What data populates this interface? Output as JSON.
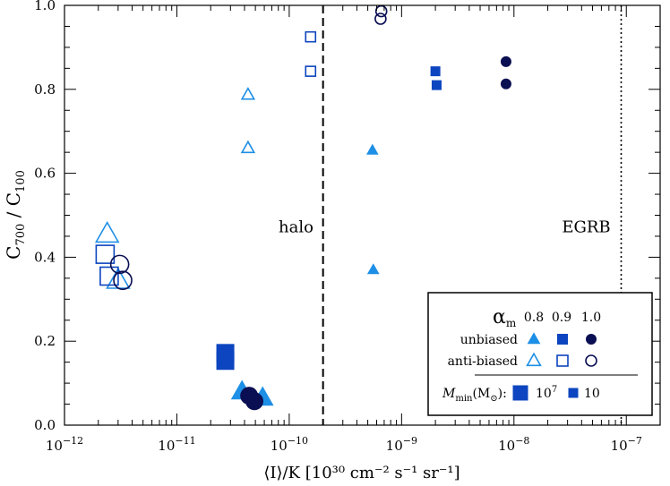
{
  "chart_data": {
    "type": "scatter",
    "xscale": "log",
    "xlim": [
      1e-12,
      2e-07
    ],
    "ylim": [
      0,
      1.0
    ],
    "xlabel": "⟨I⟩/K [10³⁰ cm⁻² s⁻¹ sr⁻¹]",
    "ylabel": "C700 / C100",
    "ylabel_parts": {
      "c1": "C",
      "s1": "700",
      "mid": " / C",
      "s2": "100"
    },
    "xticks": [
      {
        "v": 1e-12,
        "base": "10",
        "exp": "−12"
      },
      {
        "v": 1e-11,
        "base": "10",
        "exp": "−11"
      },
      {
        "v": 1e-10,
        "base": "10",
        "exp": "−10"
      },
      {
        "v": 1e-09,
        "base": "10",
        "exp": "−9"
      },
      {
        "v": 1e-08,
        "base": "10",
        "exp": "−8"
      },
      {
        "v": 1e-07,
        "base": "10",
        "exp": "−7"
      }
    ],
    "yticks": [
      0.0,
      0.2,
      0.4,
      0.6,
      0.8,
      1.0
    ],
    "ytick_labels": [
      "0.0",
      "0.2",
      "0.4",
      "0.6",
      "0.8",
      "1.0"
    ],
    "vlines": [
      {
        "x": 2e-10,
        "style": "dashed"
      },
      {
        "x": 9e-08,
        "style": "dotted"
      }
    ],
    "annotations": [
      {
        "text": "halo",
        "x": 1.15e-10,
        "y": 0.46
      },
      {
        "text": "EGRB",
        "x": 4.4e-08,
        "y": 0.46
      }
    ],
    "colors": {
      "alpha_0_8": "#1e8fe6",
      "alpha_0_9": "#0c45bf",
      "alpha_1_0": "#0a0e52"
    },
    "points": [
      {
        "x": 2.4e-12,
        "y": 0.455,
        "alpha_m": 0.8,
        "bias": "anti-biased",
        "M_min": 10000000.0
      },
      {
        "x": 3e-12,
        "y": 0.345,
        "alpha_m": 0.8,
        "bias": "anti-biased",
        "M_min": 10000000.0
      },
      {
        "x": 2.3e-12,
        "y": 0.407,
        "alpha_m": 0.9,
        "bias": "anti-biased",
        "M_min": 10000000.0
      },
      {
        "x": 2.5e-12,
        "y": 0.355,
        "alpha_m": 0.9,
        "bias": "anti-biased",
        "M_min": 10000000.0
      },
      {
        "x": 3.1e-12,
        "y": 0.383,
        "alpha_m": 1.0,
        "bias": "anti-biased",
        "M_min": 10000000.0
      },
      {
        "x": 3.3e-12,
        "y": 0.345,
        "alpha_m": 1.0,
        "bias": "anti-biased",
        "M_min": 10000000.0
      },
      {
        "x": 4.3e-11,
        "y": 0.787,
        "alpha_m": 0.8,
        "bias": "anti-biased",
        "M_min": 10000000000.0
      },
      {
        "x": 4.3e-11,
        "y": 0.66,
        "alpha_m": 0.8,
        "bias": "anti-biased",
        "M_min": 10000000000.0
      },
      {
        "x": 1.55e-10,
        "y": 0.925,
        "alpha_m": 0.9,
        "bias": "anti-biased",
        "M_min": 10000000000.0
      },
      {
        "x": 1.55e-10,
        "y": 0.843,
        "alpha_m": 0.9,
        "bias": "anti-biased",
        "M_min": 10000000000.0
      },
      {
        "x": 6.5e-10,
        "y": 0.968,
        "alpha_m": 1.0,
        "bias": "anti-biased",
        "M_min": 10000000000.0
      },
      {
        "x": 6.6e-10,
        "y": 0.986,
        "alpha_m": 1.0,
        "bias": "anti-biased",
        "M_min": 10000000000.0
      },
      {
        "x": 3.8e-11,
        "y": 0.08,
        "alpha_m": 0.8,
        "bias": "unbiased",
        "M_min": 10000000.0
      },
      {
        "x": 5.8e-11,
        "y": 0.065,
        "alpha_m": 0.8,
        "bias": "unbiased",
        "M_min": 10000000.0
      },
      {
        "x": 2.7e-11,
        "y": 0.172,
        "alpha_m": 0.9,
        "bias": "unbiased",
        "M_min": 10000000.0
      },
      {
        "x": 2.7e-11,
        "y": 0.153,
        "alpha_m": 0.9,
        "bias": "unbiased",
        "M_min": 10000000.0
      },
      {
        "x": 4.4e-11,
        "y": 0.07,
        "alpha_m": 1.0,
        "bias": "unbiased",
        "M_min": 10000000.0
      },
      {
        "x": 4.9e-11,
        "y": 0.057,
        "alpha_m": 1.0,
        "bias": "unbiased",
        "M_min": 10000000.0
      },
      {
        "x": 5.5e-10,
        "y": 0.655,
        "alpha_m": 0.8,
        "bias": "unbiased",
        "M_min": 10000000000.0
      },
      {
        "x": 5.6e-10,
        "y": 0.37,
        "alpha_m": 0.8,
        "bias": "unbiased",
        "M_min": 10000000000.0
      },
      {
        "x": 2e-09,
        "y": 0.843,
        "alpha_m": 0.9,
        "bias": "unbiased",
        "M_min": 10000000000.0
      },
      {
        "x": 2.05e-09,
        "y": 0.81,
        "alpha_m": 0.9,
        "bias": "unbiased",
        "M_min": 10000000000.0
      },
      {
        "x": 8.5e-09,
        "y": 0.866,
        "alpha_m": 1.0,
        "bias": "unbiased",
        "M_min": 10000000000.0
      },
      {
        "x": 8.5e-09,
        "y": 0.813,
        "alpha_m": 1.0,
        "bias": "unbiased",
        "M_min": 10000000000.0
      }
    ],
    "legend": {
      "placement": "bottom-right",
      "alpha_symbol": "α",
      "alpha_sub": "m",
      "alpha_values": [
        "0.8",
        "0.9",
        "1.0"
      ],
      "rows": [
        "unbiased",
        "anti-biased"
      ],
      "mmin_label": "M",
      "mmin_sub": "min",
      "mmin_unit": "(M",
      "mmin_unit_sub": "⊙",
      "mmin_unit_end": "):",
      "mass_values": [
        {
          "base": "10",
          "exp": "7"
        },
        {
          "base": "10",
          "exp": ""
        }
      ]
    }
  }
}
